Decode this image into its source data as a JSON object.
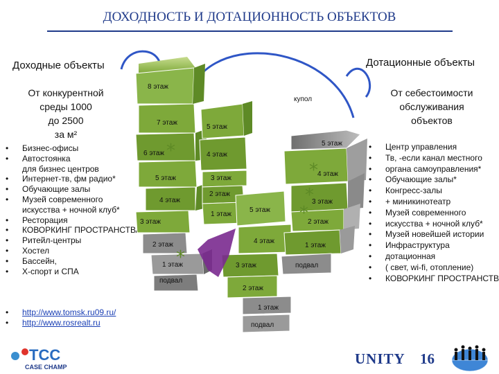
{
  "title": "ДОХОДНОСТЬ И ДОТАЦИОННОСТЬ ОБЪЕКТОВ",
  "left": {
    "header": "Доходные объекты",
    "subheader_lines": [
      "От конкурентной",
      "среды 1000",
      "до 2500",
      "за м²"
    ],
    "items": [
      {
        "text": "Бизнес-офисы",
        "bullet": true
      },
      {
        "text": "Автостоянка",
        "bullet": true
      },
      {
        "text": "для бизнес центров",
        "bullet": false
      },
      {
        "text": "Интернет-тв, фм радио*",
        "bullet": true
      },
      {
        "text": "Обучающие залы",
        "bullet": true
      },
      {
        "text": "Музей современного",
        "bullet": true
      },
      {
        "text": "искусства + ночной клуб*",
        "bullet": false
      },
      {
        "text": "Ресторация",
        "bullet": true
      },
      {
        "text": "КОВОРКИНГ ПРОСТРАНСТВА*",
        "bullet": true
      },
      {
        "text": "Ритейл-центры",
        "bullet": true
      },
      {
        "text": "Хостел",
        "bullet": true
      },
      {
        "text": "Бассейн,",
        "bullet": true
      },
      {
        "text": "Х-спорт и СПА",
        "bullet": true
      }
    ],
    "links": [
      "http://www.tomsk.ru09.ru/",
      "http://www.rosrealt.ru"
    ]
  },
  "right": {
    "header": "Дотационные объекты",
    "subheader_lines": [
      "От себестоимости",
      "обслуживания",
      "объектов"
    ],
    "items": [
      {
        "text": "Центр управления",
        "bullet": true
      },
      {
        "text": "Тв, -если канал местного",
        "bullet": true
      },
      {
        "text": "органа самоуправления*",
        "bullet": true
      },
      {
        "text": "Обучающие залы*",
        "bullet": true
      },
      {
        "text": "Конгресс-залы",
        "bullet": true
      },
      {
        "text": "+ миникинотеатр",
        "bullet": true
      },
      {
        "text": "Музей современного",
        "bullet": true
      },
      {
        "text": "искусства + ночной клуб*",
        "bullet": true
      },
      {
        "text": "Музей новейшей истории",
        "bullet": true
      },
      {
        "text": "Инфраструктура",
        "bullet": true
      },
      {
        "text": "дотационная",
        "bullet": true
      },
      {
        "text": "( свет, wi-fi, отопление)",
        "bullet": true
      },
      {
        "text": "КОВОРКИНГ ПРОСТРАНСТВА",
        "bullet": true
      }
    ]
  },
  "diagram": {
    "dome_label": "купол",
    "tower_left": [
      "8 этаж",
      "7 этаж",
      "6 этаж",
      "5 этаж",
      "4 этаж",
      "3 этаж",
      "2 этаж",
      "1 этаж",
      "подвал"
    ],
    "tower_mid": [
      "5 этаж",
      "4 этаж",
      "3 этаж",
      "2 этаж",
      "1 этаж"
    ],
    "center": [
      "5 этаж",
      "4 этаж",
      "3 этаж",
      "2 этаж",
      "1 этаж",
      "подвал"
    ],
    "tower_right": [
      "5 этаж",
      "4 этаж",
      "3 этаж",
      "2 этаж",
      "1 этаж",
      "подвал"
    ]
  },
  "footer": {
    "logo_text": "CASE CHAMP",
    "logo_letters": "TCC",
    "unity": "UNITY",
    "page_number": "16"
  },
  "colors": {
    "title": "#1f3a8a",
    "block_green": "#7ea93a",
    "block_green_dark": "#5e8a26",
    "block_gray": "#8c8c8c",
    "block_gray_light": "#b8b8b8",
    "arc": "#2f56c6",
    "purple": "#7a2a8f"
  }
}
